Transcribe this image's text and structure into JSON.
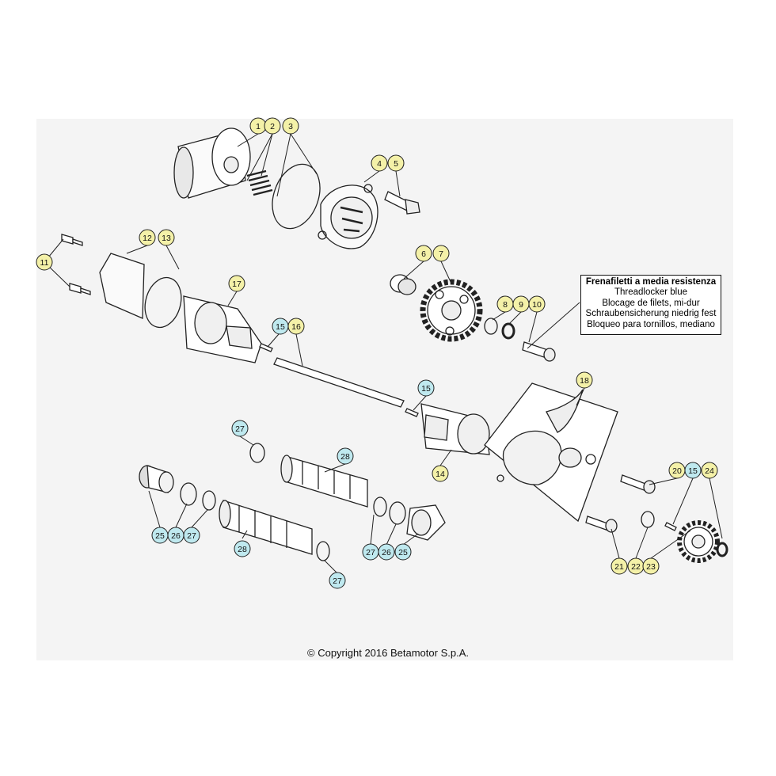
{
  "callouts": {
    "c1": "1",
    "c2": "2",
    "c3": "3",
    "c4": "4",
    "c5": "5",
    "c6": "6",
    "c7": "7",
    "c8": "8",
    "c9": "9",
    "c10": "10",
    "c11": "11",
    "c12": "12",
    "c13": "13",
    "c14": "14",
    "c15a": "15",
    "c15b": "15",
    "c15c": "15",
    "c16": "16",
    "c17": "17",
    "c18": "18",
    "c20": "20",
    "c21": "21",
    "c22": "22",
    "c23": "23",
    "c24": "24",
    "c25a": "25",
    "c25b": "25",
    "c26a": "26",
    "c26b": "26",
    "c27a": "27",
    "c27b": "27",
    "c27c": "27",
    "c27d": "27",
    "c28a": "28",
    "c28b": "28"
  },
  "colors": {
    "yellow_callout": "#f4f1a8",
    "blue_callout": "#bfe9ef",
    "line": "#222222"
  },
  "note": {
    "line1": "Frenafiletti a media resistenza",
    "line2": "Threadlocker blue",
    "line3": "Blocage de filets, mi-dur",
    "line4": "Schraubensicherung niedrig fest",
    "line5": "Bloqueo para tornillos, mediano"
  },
  "copyright": "© Copyright 2016 Betamotor S.p.A."
}
